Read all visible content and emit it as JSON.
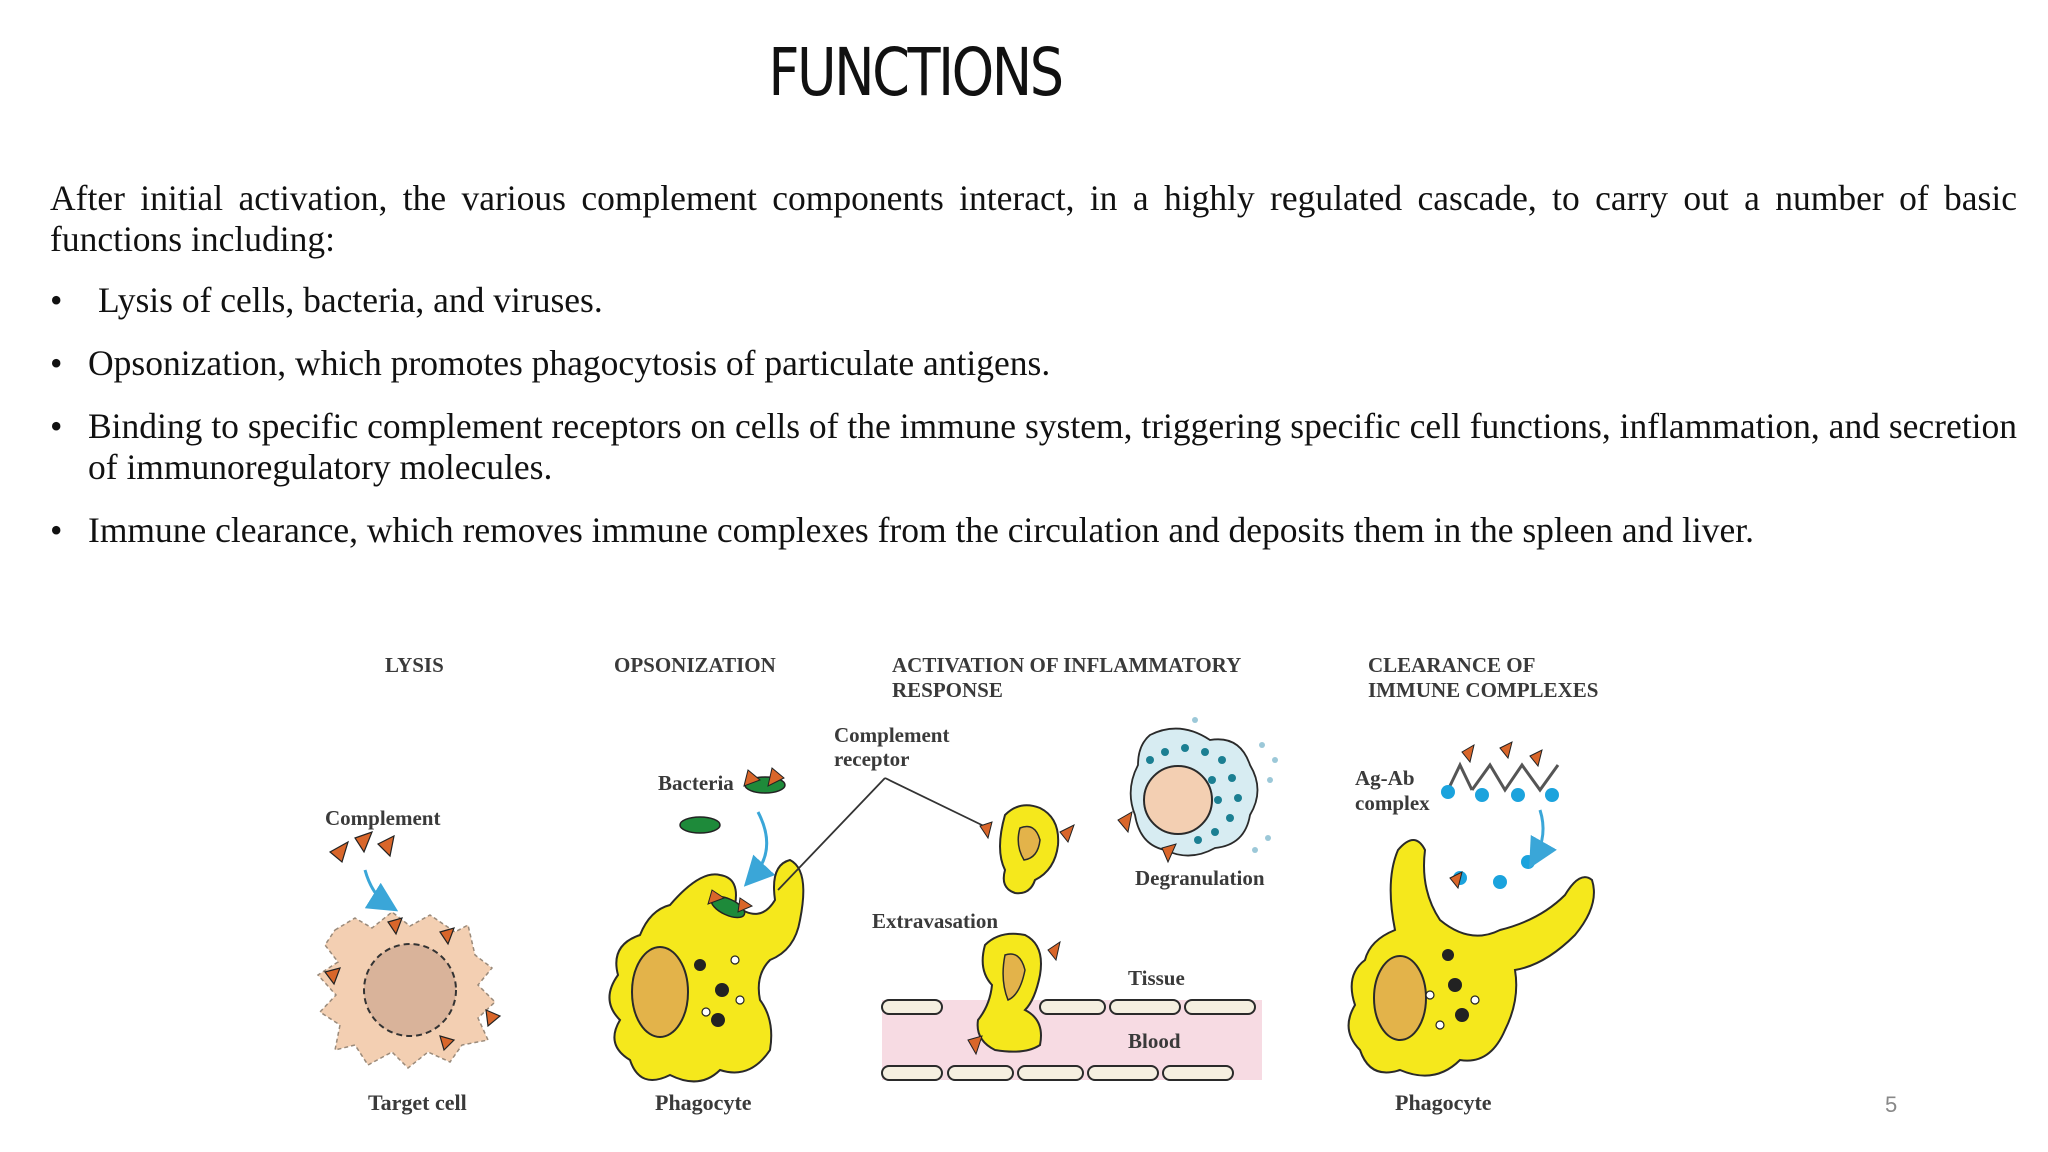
{
  "slide": {
    "title": "FUNCTIONS",
    "intro": "After initial activation, the various complement components interact, in a highly regulated cascade, to carry out a number of basic functions including:",
    "bullet_glyph": "•",
    "bullets": [
      "Lysis of cells, bacteria, and viruses.",
      "Opsonization, which promotes phagocytosis of particulate antigens.",
      "Binding to specific complement receptors on cells of the immune system, triggering specific cell functions, inflammation, and secretion of immunoregulatory molecules.",
      "Immune clearance, which removes immune complexes from the circulation and deposits them in the spleen and liver."
    ],
    "page_number": "5"
  },
  "figure": {
    "panel_titles": {
      "lysis": "LYSIS",
      "opsonization": "OPSONIZATION",
      "inflammation_line1": "ACTIVATION OF INFLAMMATORY",
      "inflammation_line2": "RESPONSE",
      "clearance_line1": "CLEARANCE OF",
      "clearance_line2": "IMMUNE COMPLEXES"
    },
    "labels": {
      "complement": "Complement",
      "target_cell": "Target cell",
      "bacteria": "Bacteria",
      "phagocyte_left": "Phagocyte",
      "complement_receptor_line1": "Complement",
      "complement_receptor_line2": "receptor",
      "degranulation": "Degranulation",
      "extravasation": "Extravasation",
      "tissue": "Tissue",
      "blood": "Blood",
      "ag_ab_line1": "Ag-Ab",
      "ag_ab_line2": "complex",
      "phagocyte_right": "Phagocyte"
    },
    "colors": {
      "phagocyte": "#f5e81c",
      "phagocyte_outline": "#2a2a2a",
      "nucleus": "#e3b34a",
      "target_cell": "#f3cfb2",
      "complement": "#d9662a",
      "bacteria": "#1e8a3a",
      "receptor": "#c0286a",
      "antigen_dot": "#1ba3dd",
      "blood_vessel": "#f7dbe3",
      "arrow": "#3aa6d8"
    }
  }
}
